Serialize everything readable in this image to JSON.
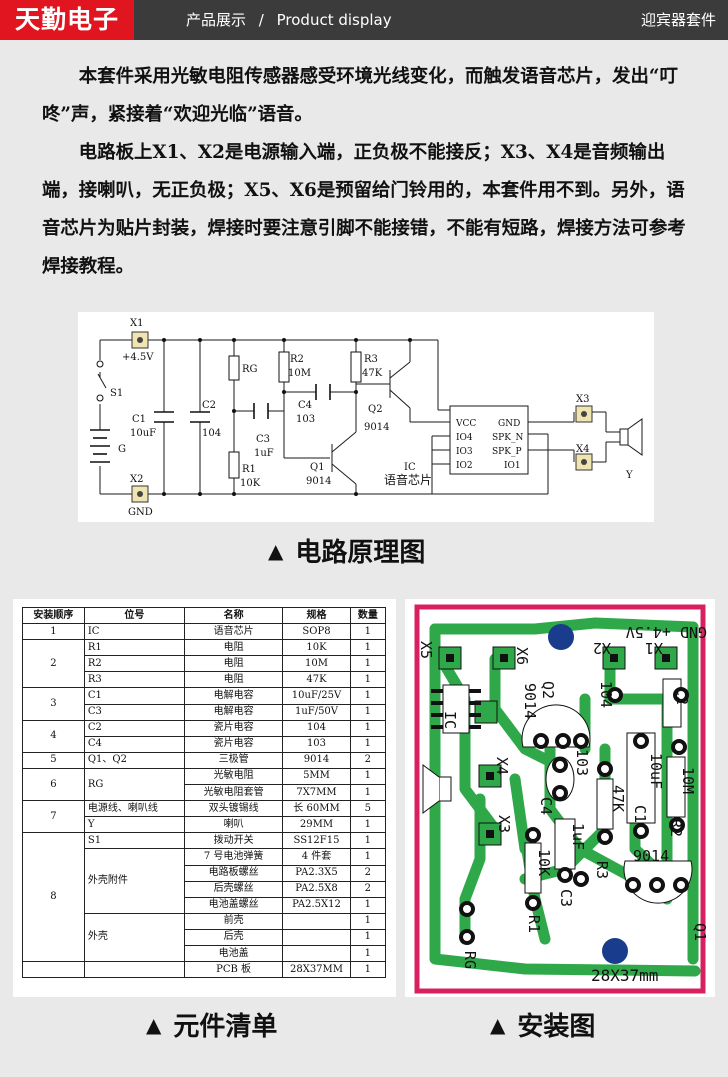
{
  "header": {
    "brand": "天勤电子",
    "breadcrumb_zh": "产品展示",
    "separator": "/",
    "breadcrumb_en": "Product display",
    "kit_name": "迎宾器套件"
  },
  "description": {
    "p1": "本套件采用光敏电阻传感器感受环境光线变化，而触发语音芯片，发出“叮咚”声，紧接着“欢迎光临”语音。",
    "p2": "电路板上X1、X2是电源输入端，正负极不能接反；X3、X4是音频输出端，接喇叭，无正负极；X5、X6是预留给门铃用的，本套件用不到。另外，语音芯片为贴片封装，焊接时要注意引脚不能接错，不能有短路，焊接方法可参考焊接教程。"
  },
  "schematic": {
    "labels": {
      "x1": "X1",
      "plus45": "+4.5V",
      "s1": "S1",
      "g": "G",
      "x2": "X2",
      "gnd": "GND",
      "c1": "C1",
      "c1v": "10uF",
      "c2": "C2",
      "c2v": "104",
      "rg": "RG",
      "r1": "R1",
      "r1v": "10K",
      "c3": "C3",
      "c3v": "1uF",
      "r2": "R2",
      "r2v": "10M",
      "c4": "C4",
      "c4v": "103",
      "r3": "R3",
      "r3v": "47K",
      "q1": "Q1",
      "q1v": "9014",
      "q2": "Q2",
      "q2v": "9014",
      "ic": "IC",
      "icname": "语音芯片",
      "vcc": "VCC",
      "gndpin": "GND",
      "io4": "IO4",
      "spkn": "SPK_N",
      "io3": "IO3",
      "spkp": "SPK_P",
      "io2": "IO2",
      "io1": "IO1",
      "x3": "X3",
      "x4": "X4",
      "y": "Y"
    },
    "caption": "电路原理图",
    "caption_mark": "▲"
  },
  "bom": {
    "caption": "元件清单",
    "headers": [
      "安装顺序",
      "位号",
      "名称",
      "规格",
      "数量"
    ],
    "rows": [
      {
        "seq": "1",
        "pos": "IC",
        "name": "语音芯片",
        "spec": "SOP8",
        "qty": "1",
        "seqspan": 1,
        "posspan": 1
      },
      {
        "seq": "2",
        "pos": "R1",
        "name": "电阻",
        "spec": "10K",
        "qty": "1",
        "seqspan": 3,
        "posspan": 1
      },
      {
        "seq": "",
        "pos": "R2",
        "name": "电阻",
        "spec": "10M",
        "qty": "1",
        "seqspan": 0,
        "posspan": 1
      },
      {
        "seq": "",
        "pos": "R3",
        "name": "电阻",
        "spec": "47K",
        "qty": "1",
        "seqspan": 0,
        "posspan": 1
      },
      {
        "seq": "3",
        "pos": "C1",
        "name": "电解电容",
        "spec": "10uF/25V",
        "qty": "1",
        "seqspan": 2,
        "posspan": 1
      },
      {
        "seq": "",
        "pos": "C3",
        "name": "电解电容",
        "spec": "1uF/50V",
        "qty": "1",
        "seqspan": 0,
        "posspan": 1
      },
      {
        "seq": "4",
        "pos": "C2",
        "name": "瓷片电容",
        "spec": "104",
        "qty": "1",
        "seqspan": 2,
        "posspan": 1
      },
      {
        "seq": "",
        "pos": "C4",
        "name": "瓷片电容",
        "spec": "103",
        "qty": "1",
        "seqspan": 0,
        "posspan": 1
      },
      {
        "seq": "5",
        "pos": "Q1、Q2",
        "name": "三极管",
        "spec": "9014",
        "qty": "2",
        "seqspan": 1,
        "posspan": 1
      },
      {
        "seq": "6",
        "pos": "RG",
        "name": "光敏电阻",
        "spec": "5MM",
        "qty": "1",
        "seqspan": 2,
        "posspan": 2
      },
      {
        "seq": "",
        "pos": "",
        "name": "光敏电阻套管",
        "spec": "7X7MM",
        "qty": "1",
        "seqspan": 0,
        "posspan": 0
      },
      {
        "seq": "7",
        "pos": "电源线、喇叭线",
        "name": "双头镀锡线",
        "spec": "长 60MM",
        "qty": "5",
        "seqspan": 2,
        "posspan": 1
      },
      {
        "seq": "",
        "pos": "Y",
        "name": "喇叭",
        "spec": "29MM",
        "qty": "1",
        "seqspan": 0,
        "posspan": 1
      },
      {
        "seq": "8",
        "pos": "S1",
        "name": "拨动开关",
        "spec": "SS12F15",
        "qty": "1",
        "seqspan": 8,
        "posspan": 1
      },
      {
        "seq": "",
        "pos": "外壳附件",
        "name": "7 号电池弹簧",
        "spec": "4 件套",
        "qty": "1",
        "seqspan": 0,
        "posspan": 4
      },
      {
        "seq": "",
        "pos": "",
        "name": "电路板螺丝",
        "spec": "PA2.3X5",
        "qty": "2",
        "seqspan": 0,
        "posspan": 0
      },
      {
        "seq": "",
        "pos": "",
        "name": "后壳螺丝",
        "spec": "PA2.5X8",
        "qty": "2",
        "seqspan": 0,
        "posspan": 0
      },
      {
        "seq": "",
        "pos": "",
        "name": "电池盖螺丝",
        "spec": "PA2.5X12",
        "qty": "1",
        "seqspan": 0,
        "posspan": 0
      },
      {
        "seq": "",
        "pos": "外壳",
        "name": "前壳",
        "spec": "",
        "qty": "1",
        "seqspan": 0,
        "posspan": 3
      },
      {
        "seq": "",
        "pos": "",
        "name": "后壳",
        "spec": "",
        "qty": "1",
        "seqspan": 0,
        "posspan": 0
      },
      {
        "seq": "",
        "pos": "",
        "name": "电池盖",
        "spec": "",
        "qty": "1",
        "seqspan": 0,
        "posspan": 0
      },
      {
        "seq": "",
        "pos": "",
        "name": "PCB 板",
        "spec": "28X37MM",
        "qty": "1",
        "seqspan": 1,
        "posspan": 1
      }
    ]
  },
  "pcb": {
    "caption": "安装图",
    "labels": {
      "x5": "X5",
      "x6": "X6",
      "x2": "X2",
      "x1": "X1",
      "power": "GND +4.5V",
      "c2": "C2",
      "c2v": "104",
      "q2": "Q2",
      "q2v": "9014",
      "ic": "IC",
      "c1": "C1",
      "c1v": "10uF",
      "r2": "R2",
      "r2v": "10M",
      "c4": "C4",
      "c4v": "103",
      "x4": "X4",
      "x3": "X3",
      "r3": "R3",
      "r3v": "47K",
      "c3": "C3",
      "c3v": "1uF",
      "r1": "R1",
      "r1v": "10K",
      "q1": "Q1",
      "q1v": "9014",
      "rg": "RG",
      "size": "28X37mm"
    },
    "colors": {
      "board": "#2fa84a",
      "border": "#d82060",
      "pad": "#1a3c8c"
    }
  },
  "colors": {
    "brand": "#e0151f",
    "topbar": "#3b3b3b",
    "background": "#e9e9e9"
  }
}
